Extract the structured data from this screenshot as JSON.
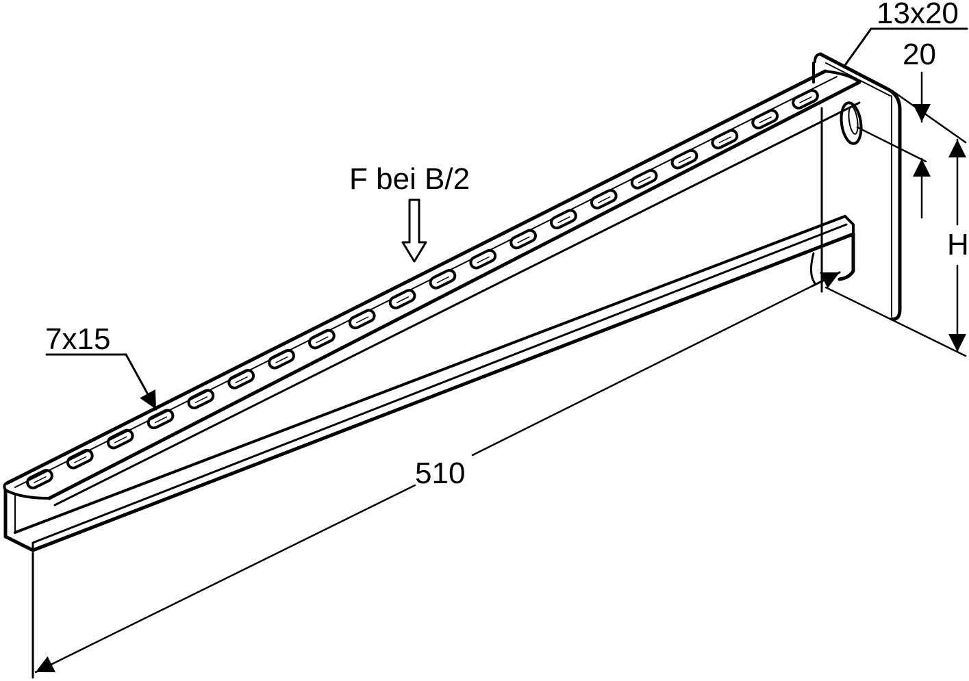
{
  "drawing": {
    "labels": {
      "slot_top": "13x20",
      "offset": "20",
      "height": "H",
      "force": "F bei B/2",
      "slot_bottom": "7x15",
      "length": "510"
    },
    "slot_count": 20,
    "line_color": "#000000",
    "background": "#ffffff"
  }
}
